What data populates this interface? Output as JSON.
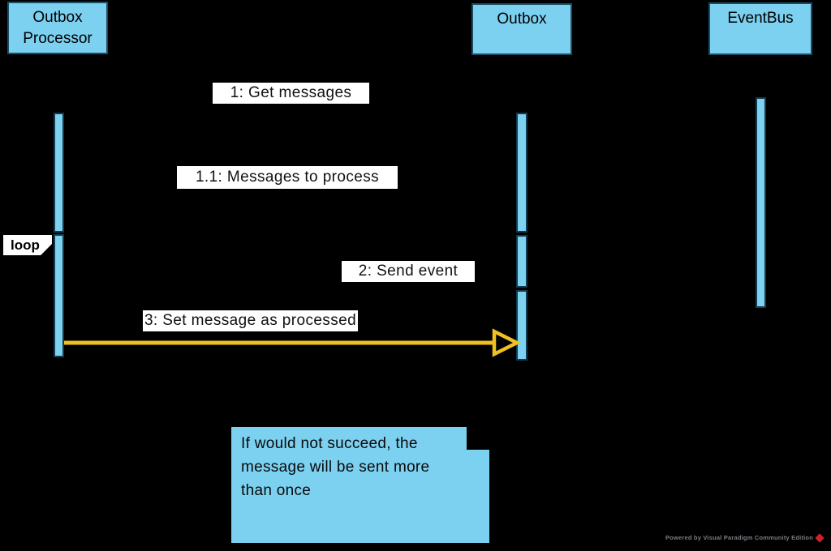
{
  "participants": [
    {
      "label": "Outbox Processor"
    },
    {
      "label": "Outbox"
    },
    {
      "label": "EventBus"
    }
  ],
  "messages": [
    {
      "label": "1: Get messages"
    },
    {
      "label": "1.1: Messages to process"
    },
    {
      "label": "2: Send event"
    },
    {
      "label": "3: Set message as processed"
    }
  ],
  "fragment": {
    "operator": "loop"
  },
  "note": {
    "text": "If would not succeed, the\nmessage will be sent more\nthan once"
  },
  "watermark": {
    "text": "Powered by Visual Paradigm Community Edition"
  },
  "colors": {
    "background": "#000000",
    "participant_fill": "#7CD0F0",
    "participant_border": "#1a4d66",
    "label_background": "#ffffff",
    "message3_arrow": "#F0C020",
    "watermark_text": "#7d7d85",
    "watermark_logo": "#cc2229"
  }
}
